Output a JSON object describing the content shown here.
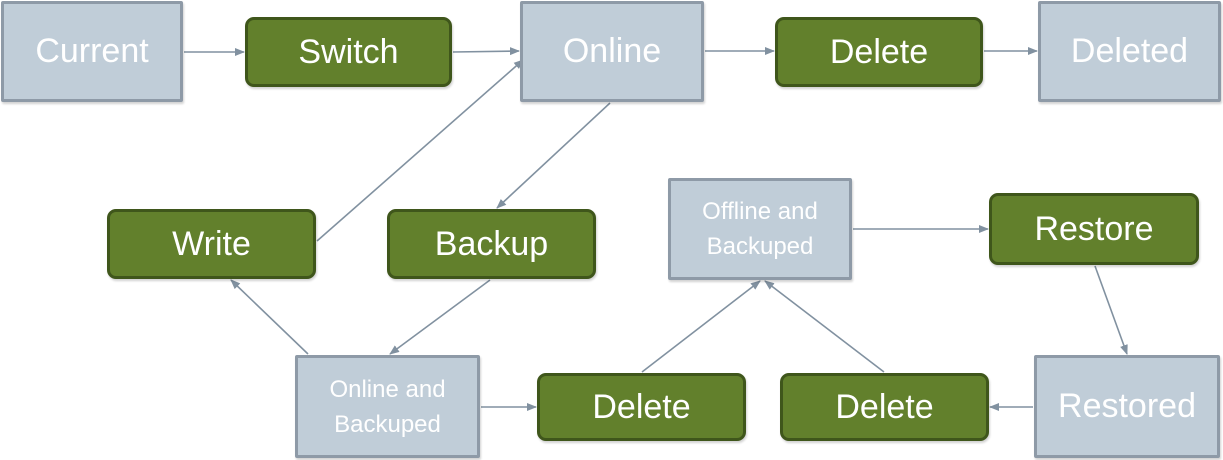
{
  "colors": {
    "state_fill": "#c0cdd8",
    "state_border": "#8e9aa7",
    "action_fill": "#62802c",
    "action_border": "#3f561b",
    "arrow": "#8191a0",
    "text": "#ffffff"
  },
  "nodes": {
    "current": "Current",
    "switch": "Switch",
    "online": "Online",
    "delete_top": "Delete",
    "deleted": "Deleted",
    "write": "Write",
    "backup": "Backup",
    "offline_backuped": "Offline and\nBackuped",
    "restore": "Restore",
    "online_backuped": "Online and\nBackuped",
    "delete_mid": "Delete",
    "delete_right": "Delete",
    "restored": "Restored"
  },
  "edges": [
    {
      "from": "current",
      "to": "switch"
    },
    {
      "from": "switch",
      "to": "online"
    },
    {
      "from": "online",
      "to": "delete_top"
    },
    {
      "from": "delete_top",
      "to": "deleted"
    },
    {
      "from": "write",
      "to": "online"
    },
    {
      "from": "online",
      "to": "backup"
    },
    {
      "from": "backup",
      "to": "online_backuped"
    },
    {
      "from": "online_backuped",
      "to": "write"
    },
    {
      "from": "online_backuped",
      "to": "delete_mid"
    },
    {
      "from": "delete_mid",
      "to": "offline_backuped"
    },
    {
      "from": "delete_right",
      "to": "offline_backuped"
    },
    {
      "from": "offline_backuped",
      "to": "restore"
    },
    {
      "from": "restore",
      "to": "restored"
    },
    {
      "from": "restored",
      "to": "delete_right"
    }
  ]
}
